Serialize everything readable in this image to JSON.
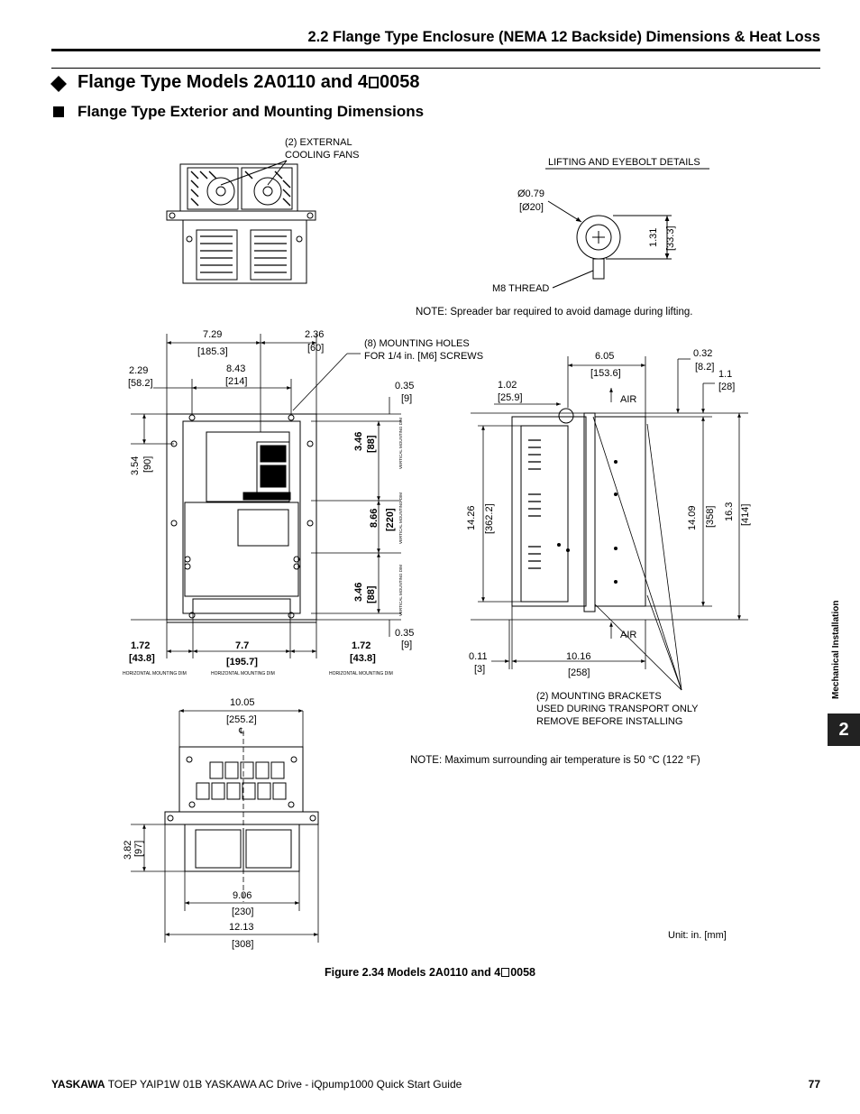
{
  "header": {
    "section_title": "2.2 Flange Type Enclosure (NEMA 12 Backside) Dimensions & Heat Loss"
  },
  "headings": {
    "h1_prefix": "Flange Type Models 2A0110 and 4",
    "h1_suffix": "0058",
    "h2": "Flange Type Exterior and Mounting Dimensions"
  },
  "labels": {
    "cooling_fans": [
      "(2) EXTERNAL",
      "COOLING FANS"
    ],
    "lifting_title": "LIFTING AND EYEBOLT DETAILS",
    "eyebolt_dia": [
      "Ø0.79",
      "[Ø20]"
    ],
    "eyebolt_h": [
      "1.31",
      "[33.3]"
    ],
    "m8_thread": "M8 THREAD",
    "note_lifting": "NOTE: Spreader bar required to avoid damage during lifting.",
    "mounting_holes": [
      "(8) MOUNTING HOLES",
      "FOR 1/4 in. [M6] SCREWS"
    ],
    "air": "AIR",
    "brackets": [
      "(2) MOUNTING BRACKETS",
      "USED DURING TRANSPORT ONLY",
      "REMOVE BEFORE INSTALLING"
    ],
    "note_temp": "NOTE: Maximum surrounding air temperature is 50 °C (122 °F)",
    "unit": "Unit: in. [mm]",
    "vertical_dim": "VERTICAL MOUNTING DIM",
    "horizontal_dim": "HORIZONTAL MOUNTING DIM"
  },
  "front_dims": {
    "d729": [
      "7.29",
      "[185.3]"
    ],
    "d236": [
      "2.36",
      "[60]"
    ],
    "d229": [
      "2.29",
      "[58.2]"
    ],
    "d843": [
      "8.43",
      "[214]"
    ],
    "d035a": [
      "0.35",
      "[9]"
    ],
    "d354": [
      "3.54",
      "[90]"
    ],
    "d346a": [
      "3.46",
      "[88]"
    ],
    "d866": [
      "8.66",
      "[220]"
    ],
    "d346b": [
      "3.46",
      "[88]"
    ],
    "d035b": [
      "0.35",
      "[9]"
    ],
    "d172a": [
      "1.72",
      "[43.8]"
    ],
    "d77": [
      "7.7",
      "[195.7]"
    ],
    "d172b": [
      "1.72",
      "[43.8]"
    ]
  },
  "side_dims": {
    "d605": [
      "6.05",
      "[153.6]"
    ],
    "d032": [
      "0.32",
      "[8.2]"
    ],
    "d11": [
      "1.1",
      "[28]"
    ],
    "d102": [
      "1.02",
      "[25.9]"
    ],
    "d1426": [
      "14.26",
      "[362.2]"
    ],
    "d1409": [
      "14.09",
      "[358]"
    ],
    "d163": [
      "16.3",
      "[414]"
    ],
    "d011": [
      "0.11",
      "[3]"
    ],
    "d1016": [
      "10.16",
      "[258]"
    ]
  },
  "bottom_dims": {
    "d1005": [
      "10.05",
      "[255.2]"
    ],
    "cl": "℄",
    "d382": [
      "3.82",
      "[97]"
    ],
    "d906": [
      "9.06",
      "[230]"
    ],
    "d1213": [
      "12.13",
      "[308]"
    ]
  },
  "side_tab": {
    "label": "Mechanical Installation",
    "number": "2"
  },
  "figure": {
    "caption_prefix": "Figure 2.34  Models 2A0110 and 4",
    "caption_suffix": "0058"
  },
  "footer": {
    "brand": "YASKAWA",
    "text": " TOEP YAIP1W 01B YASKAWA AC Drive - iQpump1000 Quick Start Guide",
    "page": "77"
  }
}
